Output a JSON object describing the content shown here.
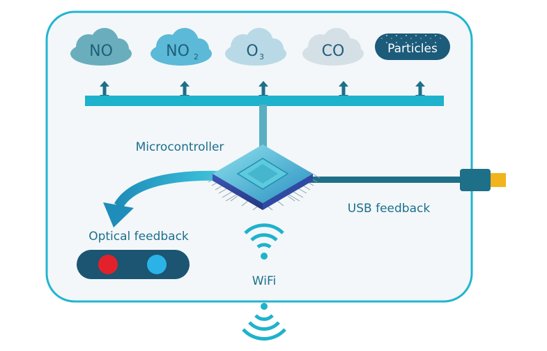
{
  "sensors": [
    {
      "id": "no",
      "main": "NO",
      "sub": "",
      "color": "#6aaebd"
    },
    {
      "id": "no2",
      "main": "NO",
      "sub": "2",
      "color": "#5cb9d8"
    },
    {
      "id": "o3",
      "main": "O",
      "sub": "3",
      "color": "#b9d9e6"
    },
    {
      "id": "co",
      "main": "CO",
      "sub": "",
      "color": "#d5dfe6"
    },
    {
      "id": "particles",
      "main": "Particles",
      "sub": "",
      "color": "#1c5b7a"
    }
  ],
  "labels": {
    "microcontroller": "Microcontroller",
    "usb": "USB feedback",
    "optical": "Optical feedback",
    "wifi": "WiFi"
  },
  "colors": {
    "frame": "#22b5cf",
    "bus": "#1fb2cc",
    "arrows": "#1e6f88",
    "usb_cable": "#1e6f88",
    "usb_plug": "#f2b41d",
    "led_red": "#e3212b",
    "led_blue": "#2bb3e8",
    "led_housing": "#1b5572"
  },
  "icons": {
    "cloud": "cloud-icon",
    "chip": "microcontroller-chip-icon",
    "wifi": "wifi-icon",
    "usb": "usb-plug-icon"
  }
}
